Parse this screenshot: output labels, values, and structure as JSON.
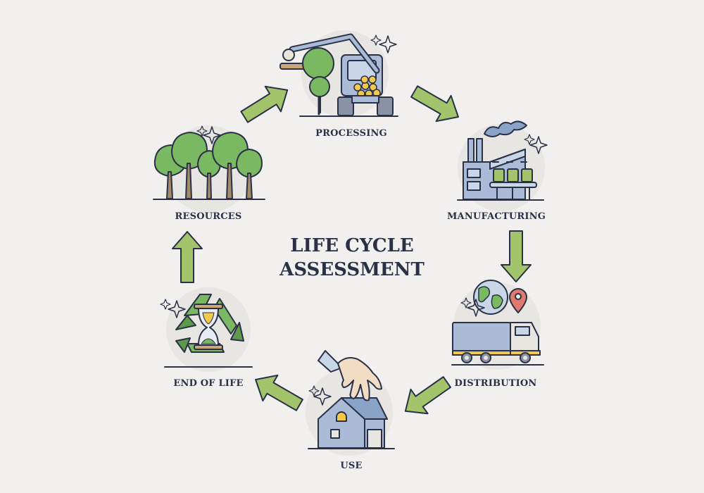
{
  "diagram": {
    "title_line1": "LIFE CYCLE",
    "title_line2": "ASSESSMENT",
    "stages": {
      "processing": "PROCESSING",
      "manufacturing": "MANUFACTURING",
      "distribution": "DISTRIBUTION",
      "use": "USE",
      "end_of_life": "END OF LIFE",
      "resources": "RESOURCES"
    },
    "icons": {
      "processing": "forestry-harvester-icon",
      "manufacturing": "factory-icon",
      "distribution": "truck-globe-icon",
      "use": "hand-house-icon",
      "end_of_life": "recycle-hourglass-icon",
      "resources": "trees-icon"
    },
    "colors": {
      "background": "#f1f0ee",
      "arrow_fill": "#a4c46c",
      "outline": "#2a3046",
      "tree_green": "#7bb862",
      "steel_blue": "#a9bbd6"
    }
  }
}
